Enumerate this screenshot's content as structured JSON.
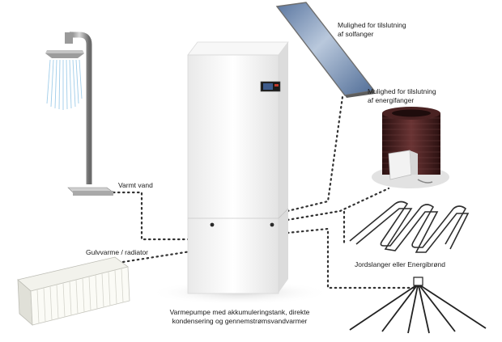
{
  "labels": {
    "solar": [
      "Mulighed for tilslutning",
      "af solfanger"
    ],
    "energy_collector": [
      "Mulighed for tilslutning",
      "af energifanger"
    ],
    "hot_water": "Varmt vand",
    "floor_heating": "Gulvvarme / radiator",
    "ground_loops": "Jordslanger eller Energibrønd",
    "heat_pump": [
      "Varmepumpe med akkumuleringstank, direkte",
      "kondensering og gennemstrømsvandvarmer"
    ]
  },
  "colors": {
    "connection_dots": "#333333",
    "unit_body": "#f4f4f4",
    "solar_panel": "#7a93b5",
    "coil": "#3a1c1c"
  },
  "icons": [
    "shower",
    "heat-pump-unit",
    "control-display",
    "solar-panel",
    "energy-collector",
    "radiator",
    "ground-loops",
    "geothermal-well"
  ]
}
